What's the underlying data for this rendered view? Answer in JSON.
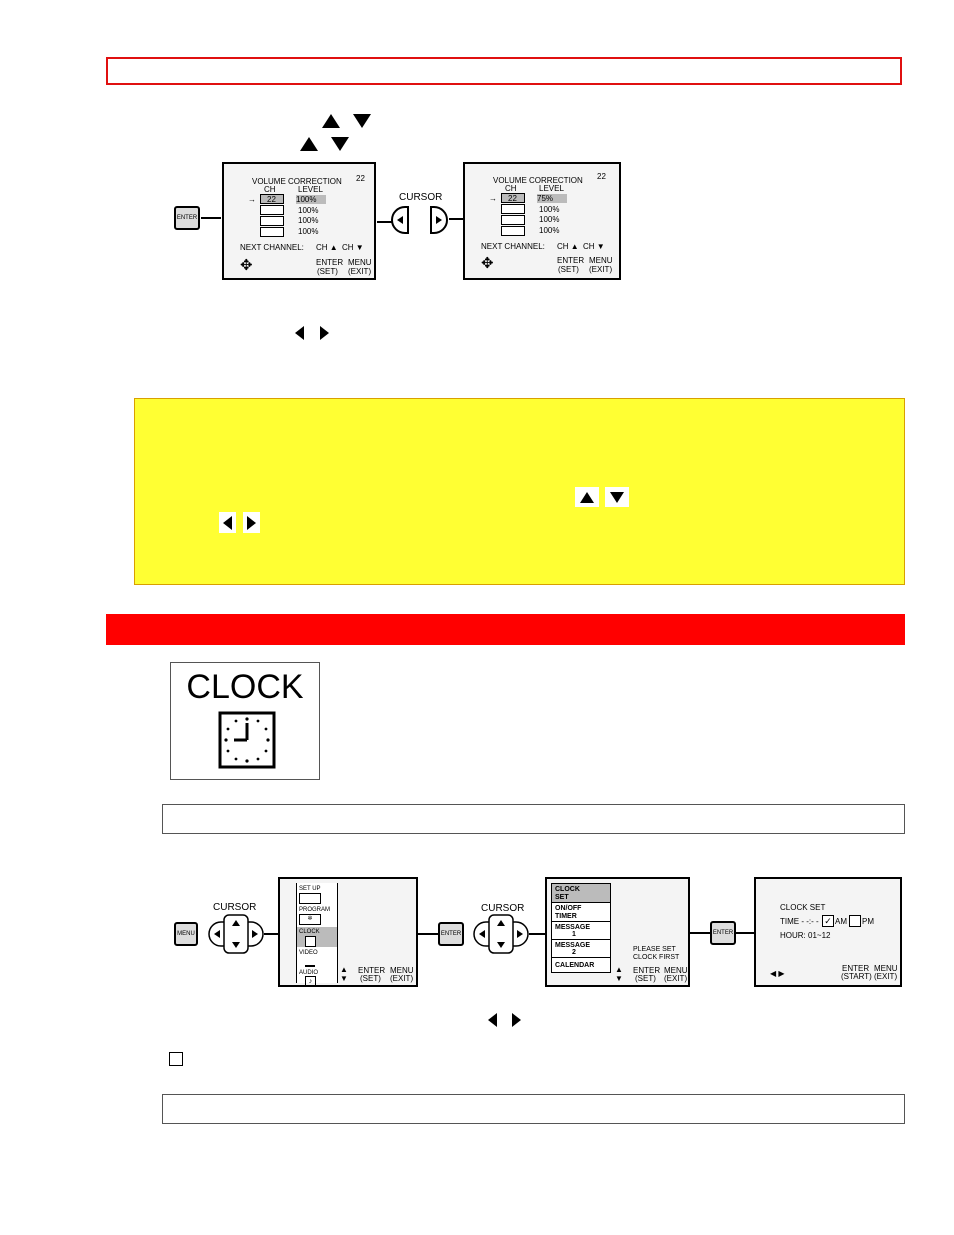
{
  "vc_screen1": {
    "title": "VOLUME CORRECTION",
    "number": "22",
    "col_ch": "CH",
    "col_level": "LEVEL",
    "rows": [
      {
        "ch": "22",
        "level": "100%"
      },
      {
        "ch": "",
        "level": "100%"
      },
      {
        "ch": "",
        "level": "100%"
      },
      {
        "ch": "",
        "level": "100%"
      }
    ],
    "next_channel": "NEXT CHANNEL:",
    "ch_label": "CH",
    "enter": "ENTER",
    "set": "(SET)",
    "menu": "MENU",
    "exit": "(EXIT)"
  },
  "vc_screen2": {
    "title": "VOLUME CORRECTION",
    "number": "22",
    "col_ch": "CH",
    "col_level": "LEVEL",
    "rows": [
      {
        "ch": "22",
        "level": "75%"
      },
      {
        "ch": "",
        "level": "100%"
      },
      {
        "ch": "",
        "level": "100%"
      },
      {
        "ch": "",
        "level": "100%"
      }
    ],
    "next_channel": "NEXT CHANNEL:",
    "ch_label": "CH",
    "enter": "ENTER",
    "set": "(SET)",
    "menu": "MENU",
    "exit": "(EXIT)"
  },
  "buttons": {
    "enter": "ENTER",
    "menu": "MENU",
    "cursor": "CURSOR"
  },
  "clock_icon": {
    "title": "CLOCK"
  },
  "main_menu": {
    "items": [
      "SET UP",
      "PROGRAM",
      "CLOCK",
      "VIDEO",
      "AUDIO"
    ],
    "enter": "ENTER",
    "set": "(SET)",
    "menu": "MENU",
    "exit": "(EXIT)"
  },
  "clock_menu": {
    "items": [
      {
        "line1": "CLOCK",
        "line2": "SET"
      },
      {
        "line1": "ON/OFF",
        "line2": "TIMER"
      },
      {
        "line1": "MESSAGE",
        "line2": "1"
      },
      {
        "line1": "MESSAGE",
        "line2": "2"
      },
      {
        "line1": "CALENDAR",
        "line2": ""
      }
    ],
    "please1": "PLEASE SET",
    "please2": "CLOCK FIRST",
    "enter": "ENTER",
    "set": "(SET)",
    "menu": "MENU",
    "exit": "(EXIT)"
  },
  "clock_set": {
    "title": "CLOCK SET",
    "time": "TIME - -:- -",
    "am": "AM",
    "pm": "PM",
    "hour": "HOUR: 01~12",
    "enter": "ENTER",
    "start": "(START)",
    "menu": "MENU",
    "exit": "(EXIT)"
  }
}
